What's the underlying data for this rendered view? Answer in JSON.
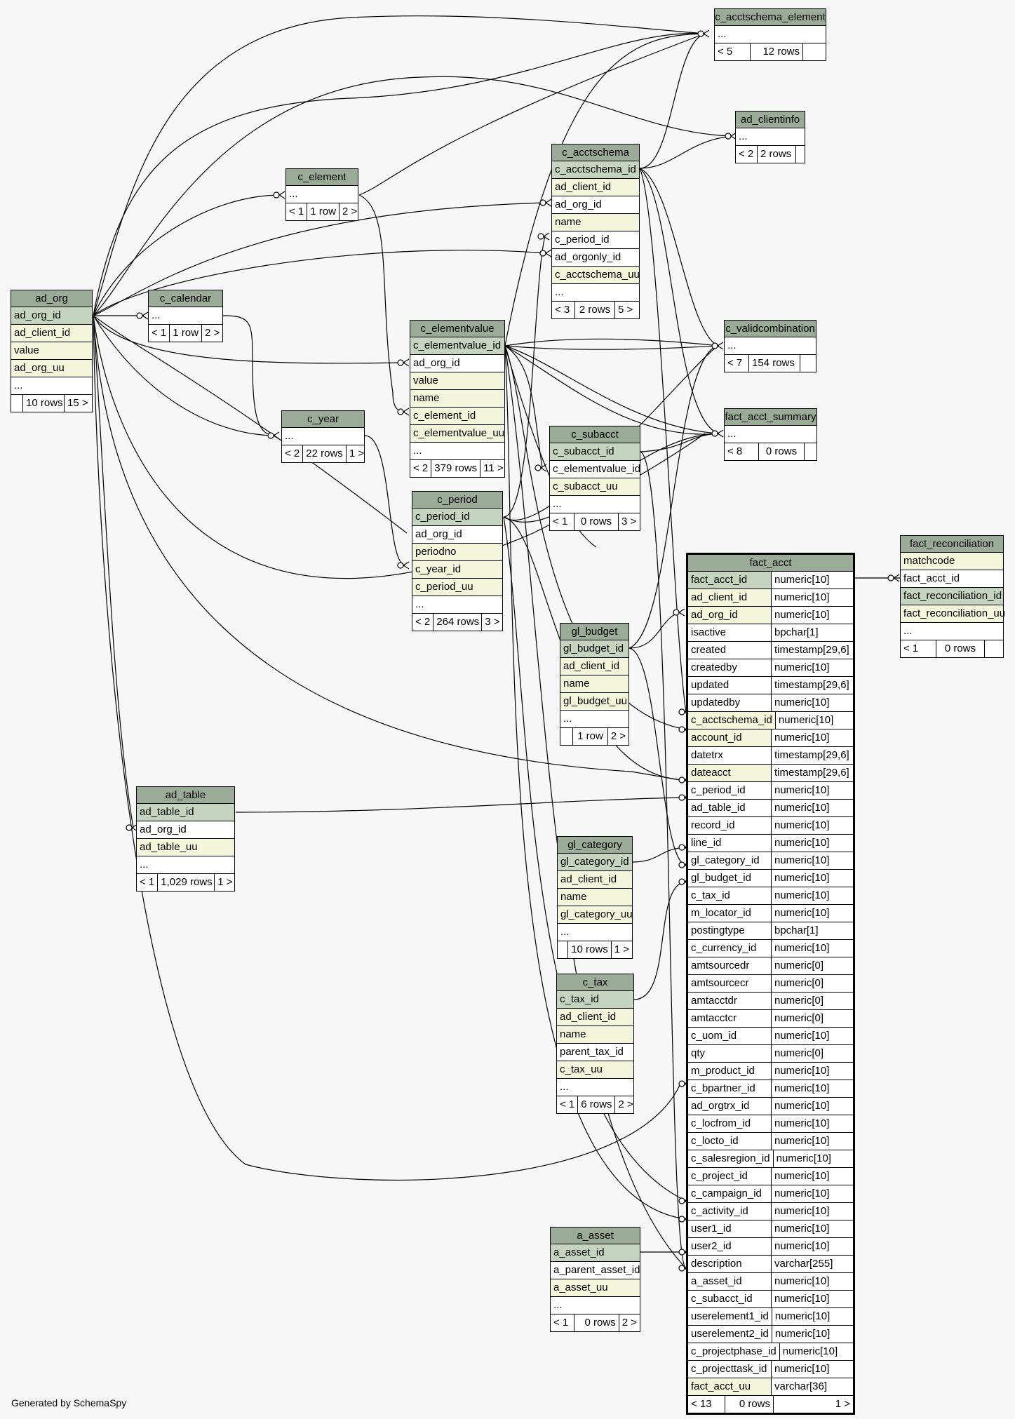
{
  "credit": "Generated by SchemaSpy",
  "tables": {
    "c_acctschema_element": {
      "name": "c_acctschema_element",
      "cols": [
        "..."
      ],
      "footer": [
        "< 5",
        "12 rows",
        ""
      ]
    },
    "ad_clientinfo": {
      "name": "ad_clientinfo",
      "cols": [
        "..."
      ],
      "footer": [
        "< 2",
        "2 rows",
        ""
      ]
    },
    "c_acctschema": {
      "name": "c_acctschema",
      "cols": [
        "c_acctschema_id",
        "ad_client_id",
        "ad_org_id",
        "name",
        "c_period_id",
        "ad_orgonly_id",
        "c_acctschema_uu",
        "..."
      ],
      "footer": [
        "< 3",
        "2 rows",
        "5 >"
      ]
    },
    "c_element": {
      "name": "c_element",
      "cols": [
        "..."
      ],
      "footer": [
        "< 1",
        "1 row",
        "2 >"
      ]
    },
    "c_validcombination": {
      "name": "c_validcombination",
      "cols": [
        "..."
      ],
      "footer": [
        "< 7",
        "154 rows",
        ""
      ]
    },
    "ad_org": {
      "name": "ad_org",
      "cols": [
        "ad_org_id",
        "ad_client_id",
        "value",
        "ad_org_uu",
        "..."
      ],
      "footer": [
        "",
        "10 rows",
        "15 >"
      ]
    },
    "c_calendar": {
      "name": "c_calendar",
      "cols": [
        "..."
      ],
      "footer": [
        "< 1",
        "1 row",
        "2 >"
      ]
    },
    "c_elementvalue": {
      "name": "c_elementvalue",
      "cols": [
        "c_elementvalue_id",
        "ad_org_id",
        "value",
        "name",
        "c_element_id",
        "c_elementvalue_uu",
        "..."
      ],
      "footer": [
        "< 2",
        "379 rows",
        "11 >"
      ]
    },
    "fact_acct_summary": {
      "name": "fact_acct_summary",
      "cols": [
        "..."
      ],
      "footer": [
        "< 8",
        "0 rows",
        ""
      ]
    },
    "c_year": {
      "name": "c_year",
      "cols": [
        "..."
      ],
      "footer": [
        "< 2",
        "22 rows",
        "1 >"
      ]
    },
    "c_subacct": {
      "name": "c_subacct",
      "cols": [
        "c_subacct_id",
        "c_elementvalue_id",
        "c_subacct_uu",
        "..."
      ],
      "footer": [
        "< 1",
        "0 rows",
        "3 >"
      ]
    },
    "c_period": {
      "name": "c_period",
      "cols": [
        "c_period_id",
        "ad_org_id",
        "periodno",
        "c_year_id",
        "c_period_uu",
        "..."
      ],
      "footer": [
        "< 2",
        "264 rows",
        "3 >"
      ]
    },
    "fact_reconciliation": {
      "name": "fact_reconciliation",
      "cols": [
        "matchcode",
        "fact_acct_id",
        "fact_reconciliation_id",
        "fact_reconciliation_uu",
        "..."
      ],
      "footer": [
        "< 1",
        "0 rows",
        ""
      ]
    },
    "gl_budget": {
      "name": "gl_budget",
      "cols": [
        "gl_budget_id",
        "ad_client_id",
        "name",
        "gl_budget_uu",
        "..."
      ],
      "footer": [
        "",
        "1 row",
        "2 >"
      ]
    },
    "ad_table": {
      "name": "ad_table",
      "cols": [
        "ad_table_id",
        "ad_org_id",
        "ad_table_uu",
        "..."
      ],
      "footer": [
        "< 1",
        "1,029 rows",
        "1 >"
      ]
    },
    "gl_category": {
      "name": "gl_category",
      "cols": [
        "gl_category_id",
        "ad_client_id",
        "name",
        "gl_category_uu",
        "..."
      ],
      "footer": [
        "",
        "10 rows",
        "1 >"
      ]
    },
    "c_tax": {
      "name": "c_tax",
      "cols": [
        "c_tax_id",
        "ad_client_id",
        "name",
        "parent_tax_id",
        "c_tax_uu",
        "..."
      ],
      "footer": [
        "< 1",
        "6 rows",
        "2 >"
      ]
    },
    "a_asset": {
      "name": "a_asset",
      "cols": [
        "a_asset_id",
        "a_parent_asset_id",
        "a_asset_uu",
        "..."
      ],
      "footer": [
        "< 1",
        "0 rows",
        "2 >"
      ]
    },
    "fact_acct": {
      "name": "fact_acct",
      "cols": [
        [
          "fact_acct_id",
          "numeric[10]"
        ],
        [
          "ad_client_id",
          "numeric[10]"
        ],
        [
          "ad_org_id",
          "numeric[10]"
        ],
        [
          "isactive",
          "bpchar[1]"
        ],
        [
          "created",
          "timestamp[29,6]"
        ],
        [
          "createdby",
          "numeric[10]"
        ],
        [
          "updated",
          "timestamp[29,6]"
        ],
        [
          "updatedby",
          "numeric[10]"
        ],
        [
          "c_acctschema_id",
          "numeric[10]"
        ],
        [
          "account_id",
          "numeric[10]"
        ],
        [
          "datetrx",
          "timestamp[29,6]"
        ],
        [
          "dateacct",
          "timestamp[29,6]"
        ],
        [
          "c_period_id",
          "numeric[10]"
        ],
        [
          "ad_table_id",
          "numeric[10]"
        ],
        [
          "record_id",
          "numeric[10]"
        ],
        [
          "line_id",
          "numeric[10]"
        ],
        [
          "gl_category_id",
          "numeric[10]"
        ],
        [
          "gl_budget_id",
          "numeric[10]"
        ],
        [
          "c_tax_id",
          "numeric[10]"
        ],
        [
          "m_locator_id",
          "numeric[10]"
        ],
        [
          "postingtype",
          "bpchar[1]"
        ],
        [
          "c_currency_id",
          "numeric[10]"
        ],
        [
          "amtsourcedr",
          "numeric[0]"
        ],
        [
          "amtsourcecr",
          "numeric[0]"
        ],
        [
          "amtacctdr",
          "numeric[0]"
        ],
        [
          "amtacctcr",
          "numeric[0]"
        ],
        [
          "c_uom_id",
          "numeric[10]"
        ],
        [
          "qty",
          "numeric[0]"
        ],
        [
          "m_product_id",
          "numeric[10]"
        ],
        [
          "c_bpartner_id",
          "numeric[10]"
        ],
        [
          "ad_orgtrx_id",
          "numeric[10]"
        ],
        [
          "c_locfrom_id",
          "numeric[10]"
        ],
        [
          "c_locto_id",
          "numeric[10]"
        ],
        [
          "c_salesregion_id",
          "numeric[10]"
        ],
        [
          "c_project_id",
          "numeric[10]"
        ],
        [
          "c_campaign_id",
          "numeric[10]"
        ],
        [
          "c_activity_id",
          "numeric[10]"
        ],
        [
          "user1_id",
          "numeric[10]"
        ],
        [
          "user2_id",
          "numeric[10]"
        ],
        [
          "description",
          "varchar[255]"
        ],
        [
          "a_asset_id",
          "numeric[10]"
        ],
        [
          "c_subacct_id",
          "numeric[10]"
        ],
        [
          "userelement1_id",
          "numeric[10]"
        ],
        [
          "userelement2_id",
          "numeric[10]"
        ],
        [
          "c_projectphase_id",
          "numeric[10]"
        ],
        [
          "c_projecttask_id",
          "numeric[10]"
        ],
        [
          "fact_acct_uu",
          "varchar[36]"
        ]
      ],
      "footer": [
        "< 13",
        "0 rows",
        "1 >"
      ]
    }
  }
}
